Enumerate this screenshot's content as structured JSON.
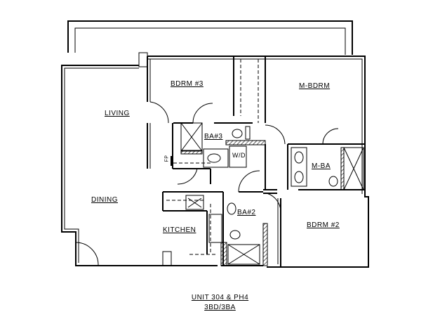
{
  "rooms": {
    "bdrm3": "BDRM #3",
    "mbdrm": "M-BDRM",
    "living": "LIVING",
    "ba3": "BA#3",
    "wd": "W/D",
    "fp": "FP",
    "mba": "M-BA",
    "dining": "DINING",
    "ba2": "BA#2",
    "kitchen": "KITCHEN",
    "bdrm2": "BDRM #2"
  },
  "title": {
    "unit": "UNIT 304 & PH4",
    "type": "3BD/3BA"
  }
}
